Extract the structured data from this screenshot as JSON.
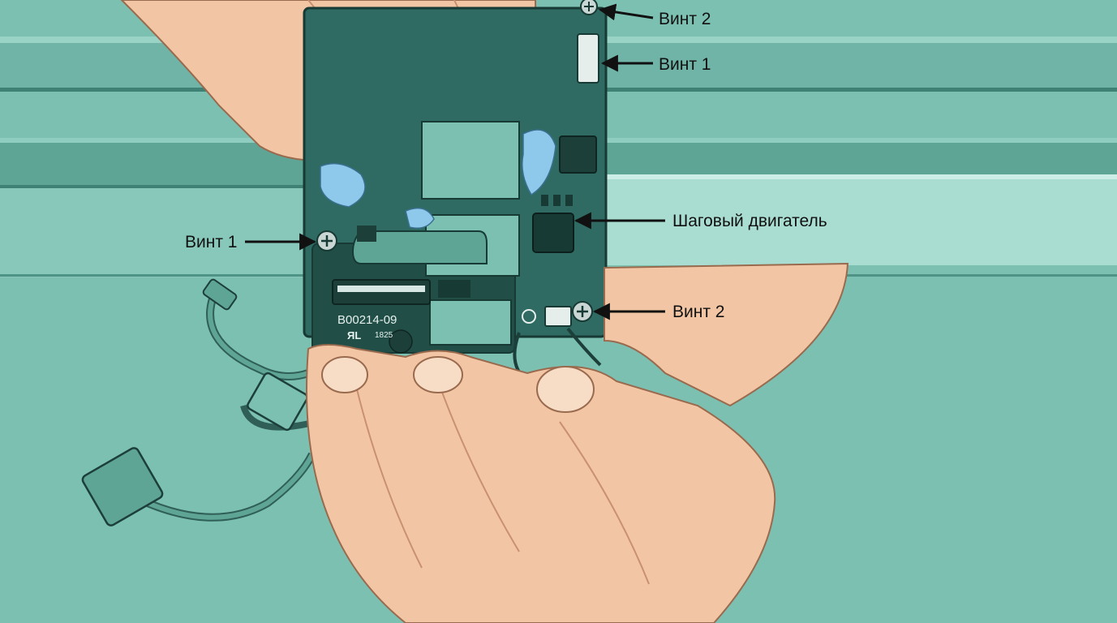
{
  "colors": {
    "background": "#7cc0b2",
    "rail": "#5fa596",
    "rail_light": "#8fcfc0",
    "board": "#2f6b62",
    "board_dark": "#214f48",
    "skin": "#f2c6a4",
    "skin_shadow": "#d9a07e",
    "thermal_pad": "#8ec8ea",
    "cable": "#4e8c80",
    "arrow": "#111111"
  },
  "callouts": [
    {
      "label": "Винт 2"
    },
    {
      "label": "Винт 1"
    },
    {
      "label": "Шаговый двигатель"
    },
    {
      "label": "Винт 1"
    },
    {
      "label": "Винт 2"
    }
  ],
  "board_marking": {
    "part_number": "B00214-09",
    "cert_mark": "ЯL",
    "date_code": "1825"
  },
  "icons": [
    "screw-icon",
    "arrow-icon",
    "chip-icon",
    "connector-icon"
  ]
}
